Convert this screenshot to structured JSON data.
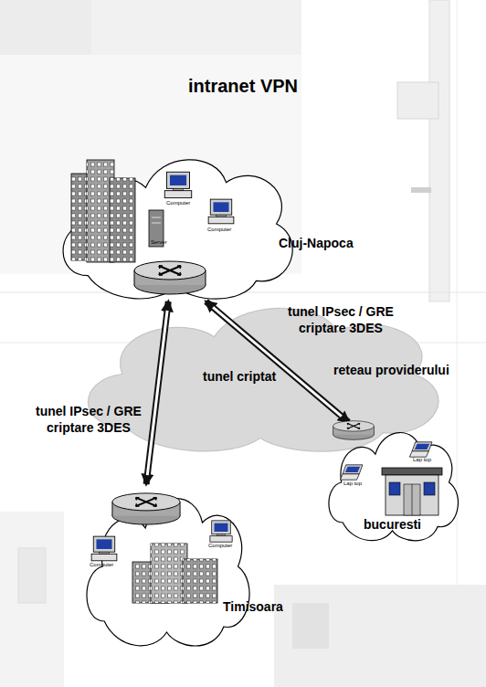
{
  "diagram": {
    "title": "intranet VPN",
    "nodes": [
      {
        "text": [
          "Cluj-Napoca"
        ]
      },
      {
        "text": [
          "reteau providerului"
        ]
      },
      {
        "text": [
          "bucuresti"
        ]
      },
      {
        "text": [
          "Timisoara"
        ]
      }
    ],
    "edges": [
      {
        "from": 0,
        "to": 2,
        "arrow": "both",
        "label": "tunel IPsec / GRE criptare 3DES"
      },
      {
        "from": 0,
        "to": 3,
        "arrow": "both",
        "label": "tunel IPsec / GRE criptare 3DES"
      }
    ],
    "labels": [
      "Computer",
      "Server",
      "Computer",
      "tunel criptat",
      "Lap top",
      "Lap top",
      "Computer",
      "Computer"
    ]
  }
}
